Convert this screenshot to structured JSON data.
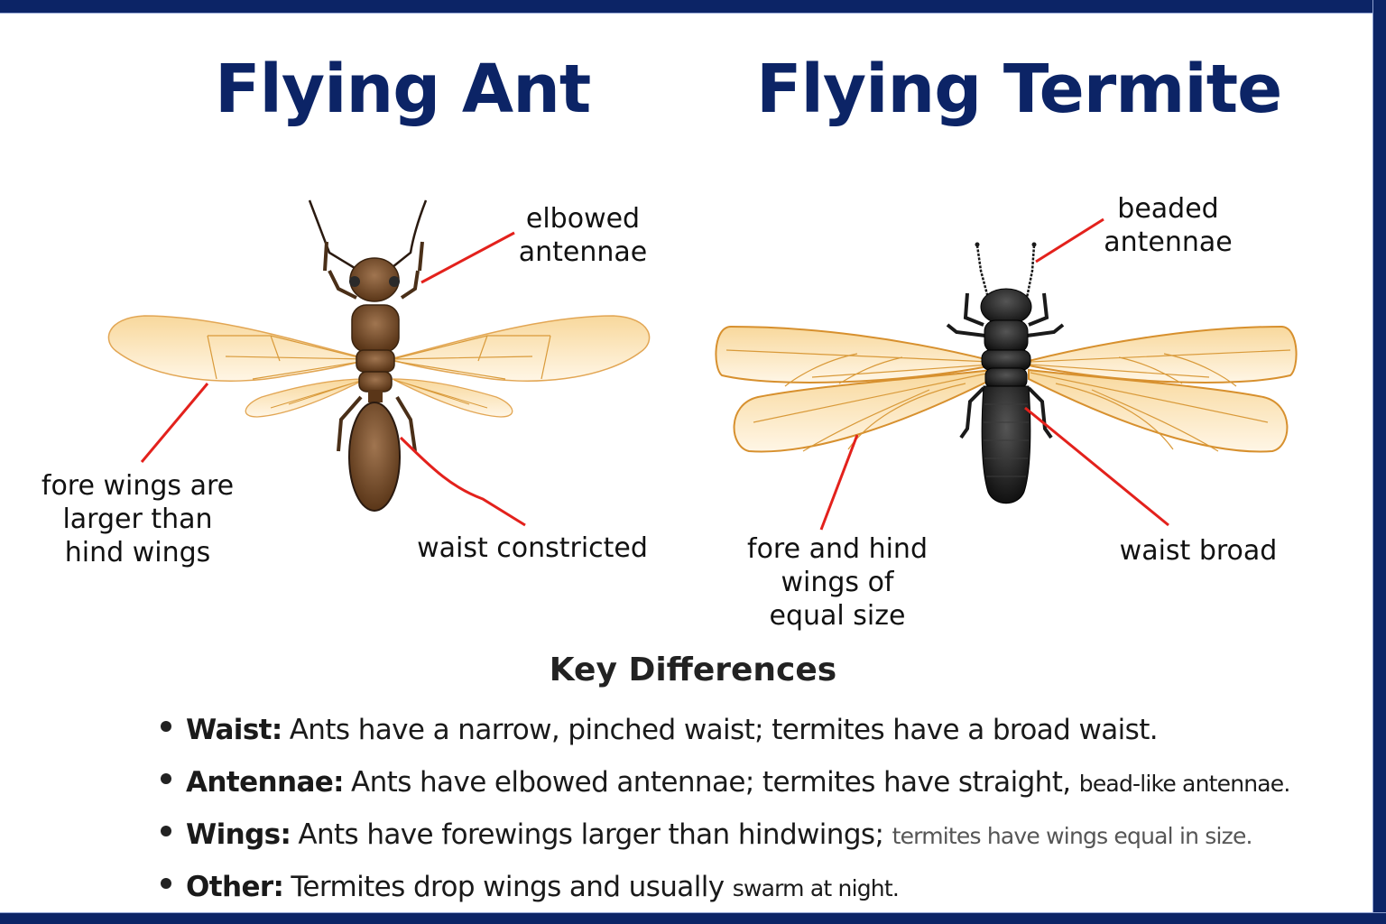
{
  "titles": {
    "ant": "Flying Ant",
    "termite": "Flying Termite"
  },
  "colors": {
    "frame": "#0c2466",
    "title": "#0c2466",
    "callout_line": "#e3211c",
    "wing_fill": "#fbe3b8",
    "wing_vein": "#d99a3a",
    "ant_body": "#6b4424",
    "termite_body": "#1c1c1c"
  },
  "ant_labels": {
    "antennae": "elbowed\nantennae",
    "wings": "fore wings are\nlarger than\nhind wings",
    "waist": "waist constricted"
  },
  "termite_labels": {
    "antennae": "beaded\nantennae",
    "wings": "fore and hind\nwings of\nequal size",
    "waist": "waist broad"
  },
  "key_differences": {
    "heading": "Key Differences",
    "items": [
      {
        "term": "Waist:",
        "text": "Ants have a narrow, pinched waist; termites have a broad waist.",
        "tail": ""
      },
      {
        "term": "Antennae:",
        "text": "Ants have elbowed antennae; termites have straight,",
        "tail": "bead-like antennae."
      },
      {
        "term": "Wings:",
        "text": "Ants have forewings larger than hindwings;",
        "tail": "termites have wings equal in  size."
      },
      {
        "term": "Other:",
        "text": "Termites drop wings and usually",
        "tail": "swarm at night."
      }
    ]
  }
}
